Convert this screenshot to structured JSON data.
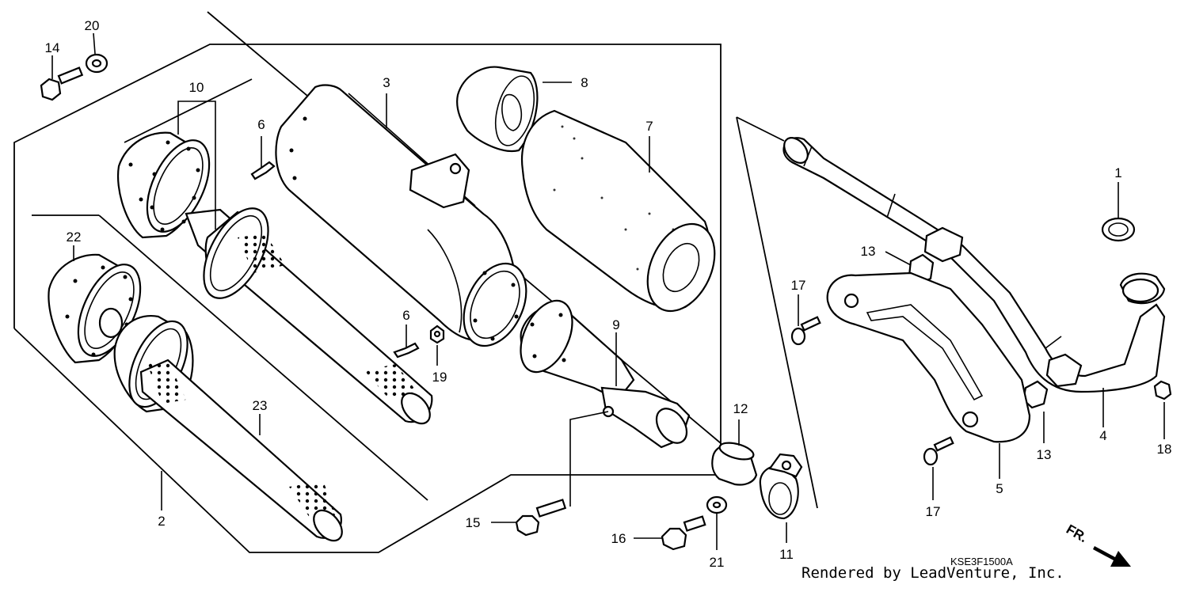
{
  "diagram": {
    "code": "KSE3F1500A",
    "credit": "Rendered by LeadVenture, Inc.",
    "front_marker": "FR.",
    "callouts": [
      {
        "key": "c14",
        "label": "14"
      },
      {
        "key": "c20",
        "label": "20"
      },
      {
        "key": "c10",
        "label": "10"
      },
      {
        "key": "c6a",
        "label": "6"
      },
      {
        "key": "c3",
        "label": "3"
      },
      {
        "key": "c8",
        "label": "8"
      },
      {
        "key": "c7",
        "label": "7"
      },
      {
        "key": "c22",
        "label": "22"
      },
      {
        "key": "c6b",
        "label": "6"
      },
      {
        "key": "c19",
        "label": "19"
      },
      {
        "key": "c9",
        "label": "9"
      },
      {
        "key": "c23",
        "label": "23"
      },
      {
        "key": "c2",
        "label": "2"
      },
      {
        "key": "c15",
        "label": "15"
      },
      {
        "key": "c12",
        "label": "12"
      },
      {
        "key": "c16",
        "label": "16"
      },
      {
        "key": "c21",
        "label": "21"
      },
      {
        "key": "c11",
        "label": "11"
      },
      {
        "key": "c1",
        "label": "1"
      },
      {
        "key": "c13a",
        "label": "13"
      },
      {
        "key": "c17a",
        "label": "17"
      },
      {
        "key": "c13b",
        "label": "13"
      },
      {
        "key": "c4",
        "label": "4"
      },
      {
        "key": "c18",
        "label": "18"
      },
      {
        "key": "c5",
        "label": "5"
      },
      {
        "key": "c17b",
        "label": "17"
      }
    ]
  }
}
